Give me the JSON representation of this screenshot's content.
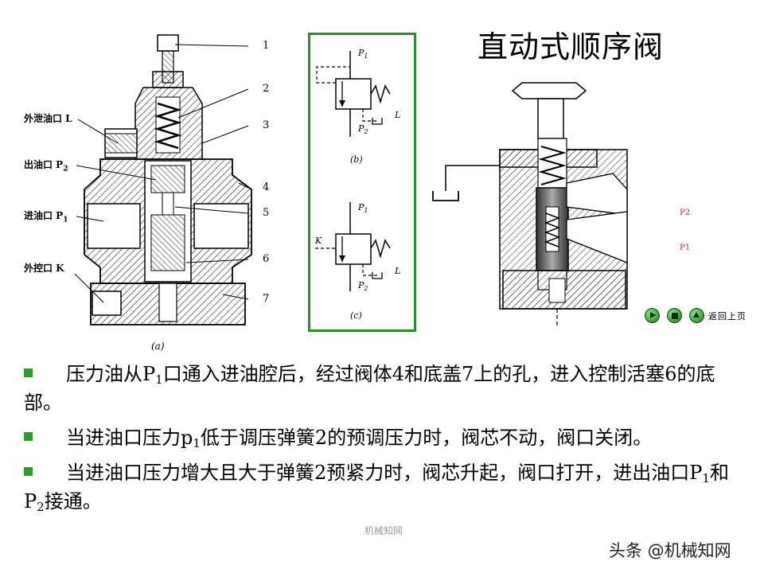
{
  "title": "直动式顺序阀",
  "figure_a": {
    "labels": {
      "drain": "外泄油口 L",
      "outlet": "出油口 P",
      "outlet_sub": "2",
      "inlet": "进油口 P",
      "inlet_sub": "1",
      "control": "外控口 K"
    },
    "callouts": [
      "1",
      "2",
      "3",
      "4",
      "5",
      "6",
      "7"
    ],
    "caption": "(a)"
  },
  "symbol_b": {
    "p1": "P",
    "p1_sub": "1",
    "p2": "P",
    "p2_sub": "2",
    "l": "L",
    "caption": "(b)"
  },
  "symbol_c": {
    "p1": "P",
    "p1_sub": "1",
    "p2": "P",
    "p2_sub": "2",
    "k": "K",
    "l": "L",
    "caption": "(c)"
  },
  "animation": {
    "p2_label": "P2",
    "p1_label": "P1"
  },
  "nav": {
    "back_label": "返回上页"
  },
  "bullets": [
    {
      "part1": "压力油从P",
      "sub1": "1",
      "part2": "口通入进油腔后，经过阀体4和底盖7上的孔，进入控制活塞6的底部。"
    },
    {
      "part1": "当进油口压力p",
      "sub1": "1",
      "part2": "低于调压弹簧2的预调压力时，阀芯不动，阀口关闭。"
    },
    {
      "part1": "当进油口压力增大且大于弹簧2预紧力时，阀芯升起，阀口打开，进出油口P",
      "sub1": "1",
      "part2": "和P",
      "sub2": "2",
      "part3": "接通。"
    }
  ],
  "watermark": "机械知网",
  "brand": "头条 @机械知网",
  "colors": {
    "bullet": "#2e9b2e",
    "frame": "#2e8b2e",
    "port_label": "#cc2222"
  }
}
